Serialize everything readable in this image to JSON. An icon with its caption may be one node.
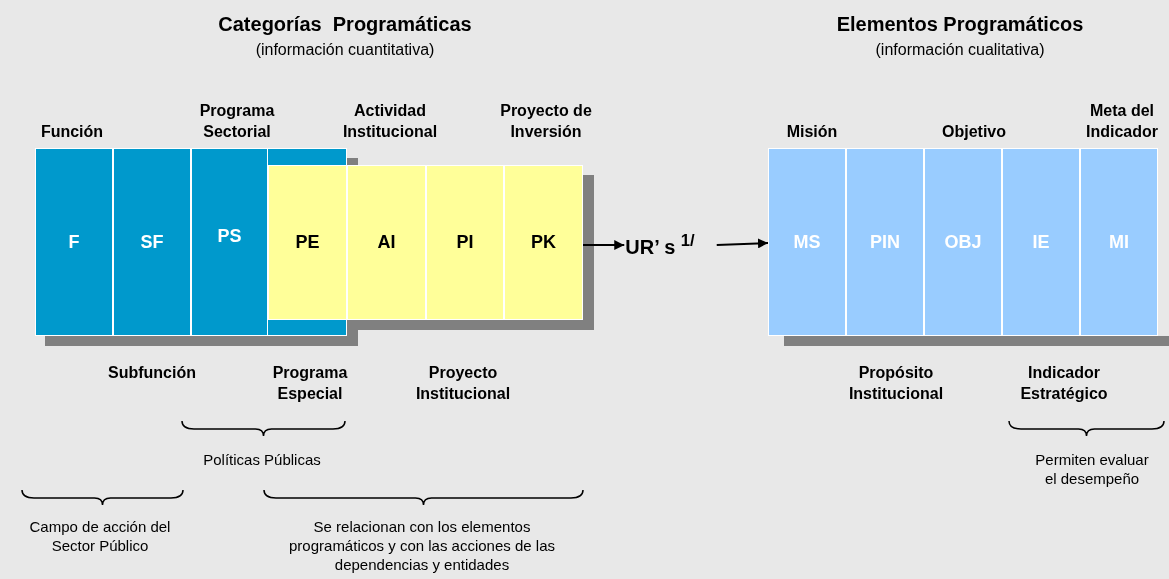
{
  "diagram": {
    "nodes": [
      {
        "text": [
          "F"
        ],
        "beside": [
          "Función"
        ]
      },
      {
        "text": [
          "SF"
        ],
        "beside": [
          "Subfunción"
        ]
      },
      {
        "text": [
          "PS"
        ],
        "beside": [
          "Programa Sectorial"
        ]
      },
      {
        "text": [
          "PE"
        ],
        "beside": [
          "Programa Especial"
        ]
      },
      {
        "text": [
          "AI"
        ],
        "beside": [
          "Actividad Institucional"
        ]
      },
      {
        "text": [
          "PI"
        ],
        "beside": [
          "Proyecto Institucional"
        ]
      },
      {
        "text": [
          "PK"
        ],
        "beside": [
          "Proyecto de Inversión"
        ]
      },
      {
        "text": [
          "UR’ s $^{1/}$"
        ]
      },
      {
        "text": [
          "MS"
        ],
        "beside": [
          "Misión"
        ]
      },
      {
        "text": [
          "PIN"
        ],
        "beside": [
          "Propósito Institucional"
        ]
      },
      {
        "text": [
          "OBJ"
        ],
        "beside": [
          "Objetivo"
        ]
      },
      {
        "text": [
          "IE"
        ],
        "beside": [
          "Indicador Estratégico"
        ]
      },
      {
        "text": [
          "MI"
        ],
        "beside": [
          "Meta del Indicador"
        ]
      }
    ],
    "edges": [
      {
        "from": 6,
        "to": 7,
        "arrow": "to"
      },
      {
        "from": 7,
        "to": 8,
        "arrow": "to"
      }
    ],
    "labels": [
      "Categorías  Programáticas",
      "(información cuantitativa)",
      "Elementos Programáticos",
      "(información cualitativa)",
      "Políticas Públicas",
      "Permiten evaluar el desempeño",
      "Campo de acción del Sector Público",
      "Se relacionan con los elementos programáticos y con las acciones de las dependencias y entidades"
    ]
  }
}
